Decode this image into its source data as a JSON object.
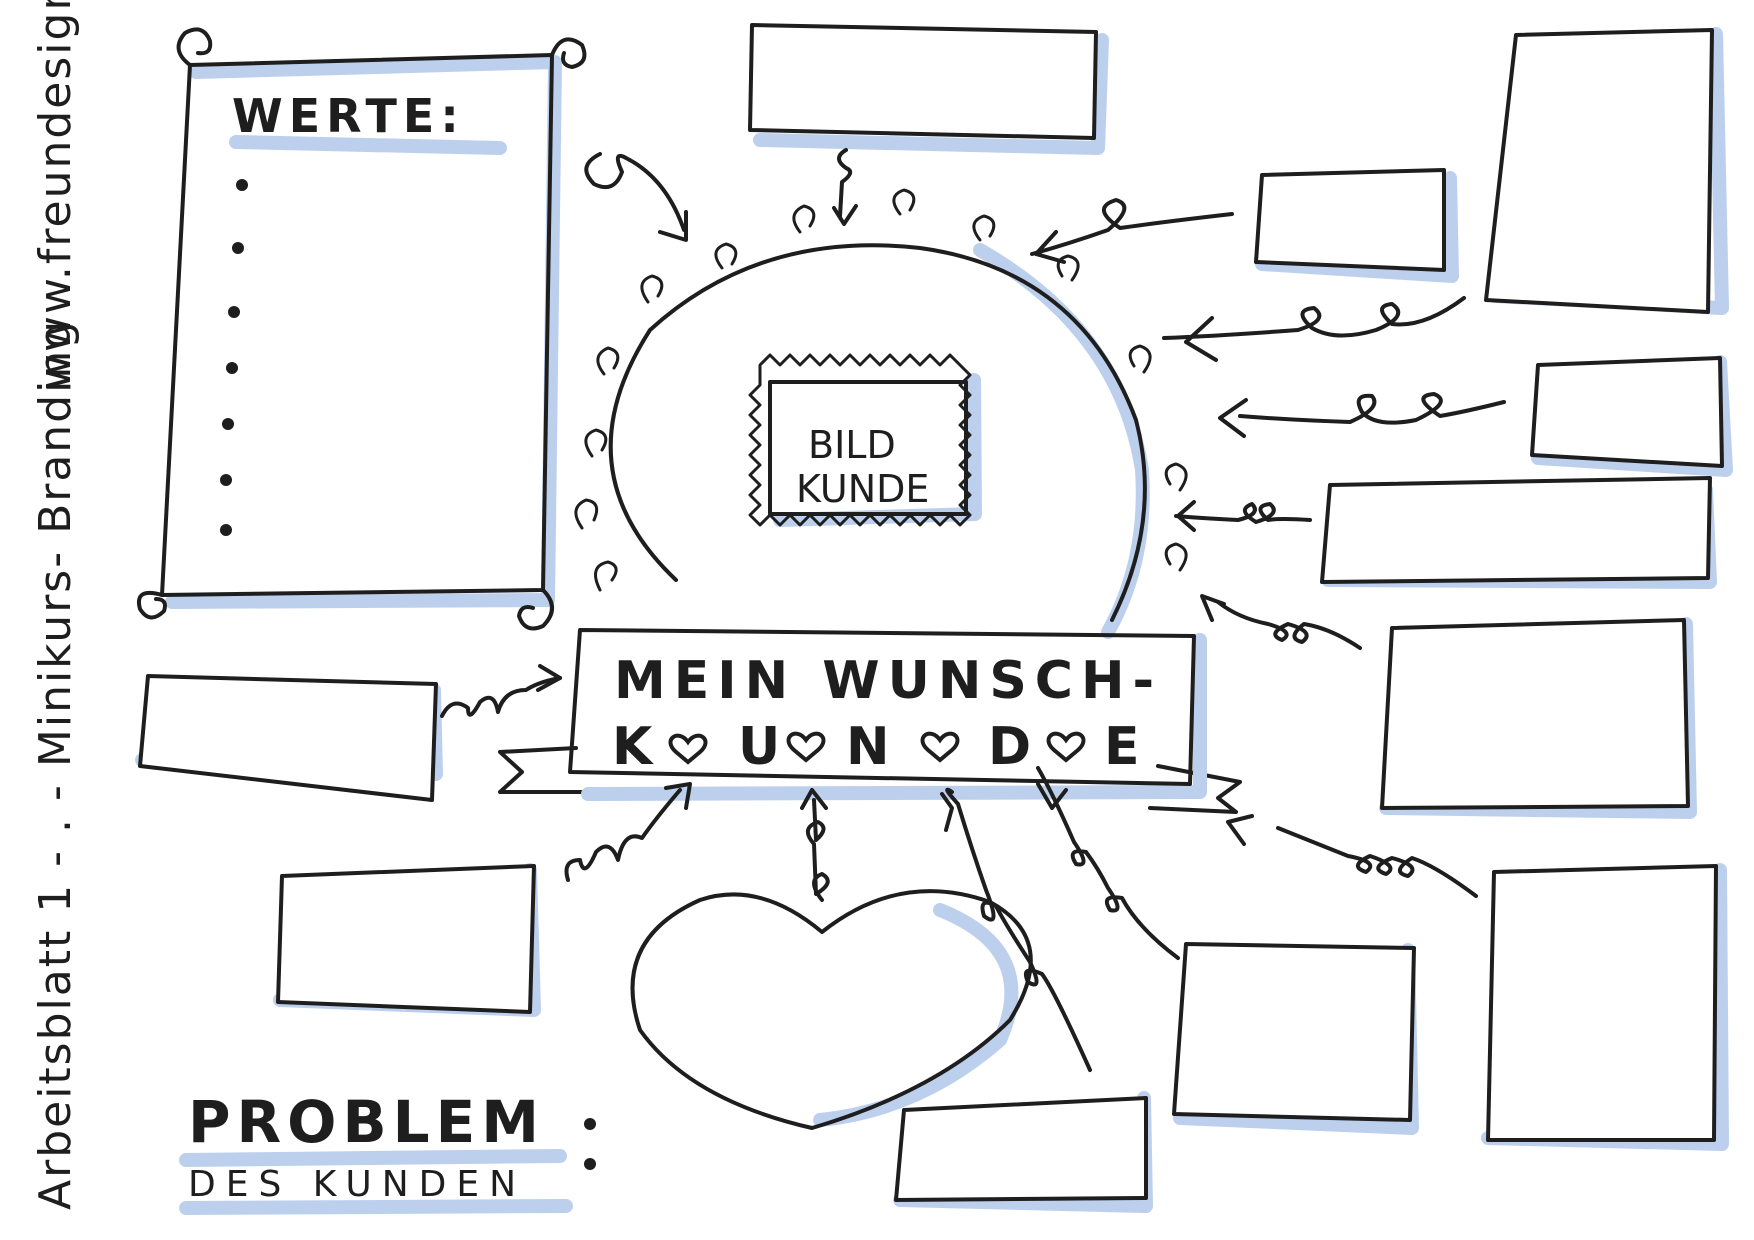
{
  "worksheet": {
    "side_title": "Arbeitsblatt 1 - . - Minikurs- Branding",
    "website": "www.freundesign.de",
    "values_heading": "WERTE:",
    "center_image_label_line1": "BILD",
    "center_image_label_line2": "KUNDE",
    "banner_line1": "MEIN WUNSCH-",
    "banner_line2_letters": [
      "K",
      "U",
      "N",
      "D",
      "E"
    ],
    "problem_heading": "PROBLEM",
    "problem_subheading": "DES KUNDEN"
  },
  "colors": {
    "ink": "#1e1e1e",
    "highlight": "#bcd0ee",
    "paper": "#ffffff"
  },
  "icons": [
    "heart-icon",
    "arrow-icon",
    "swirl-icon",
    "bullet-dot-icon",
    "scroll-banner-icon"
  ]
}
